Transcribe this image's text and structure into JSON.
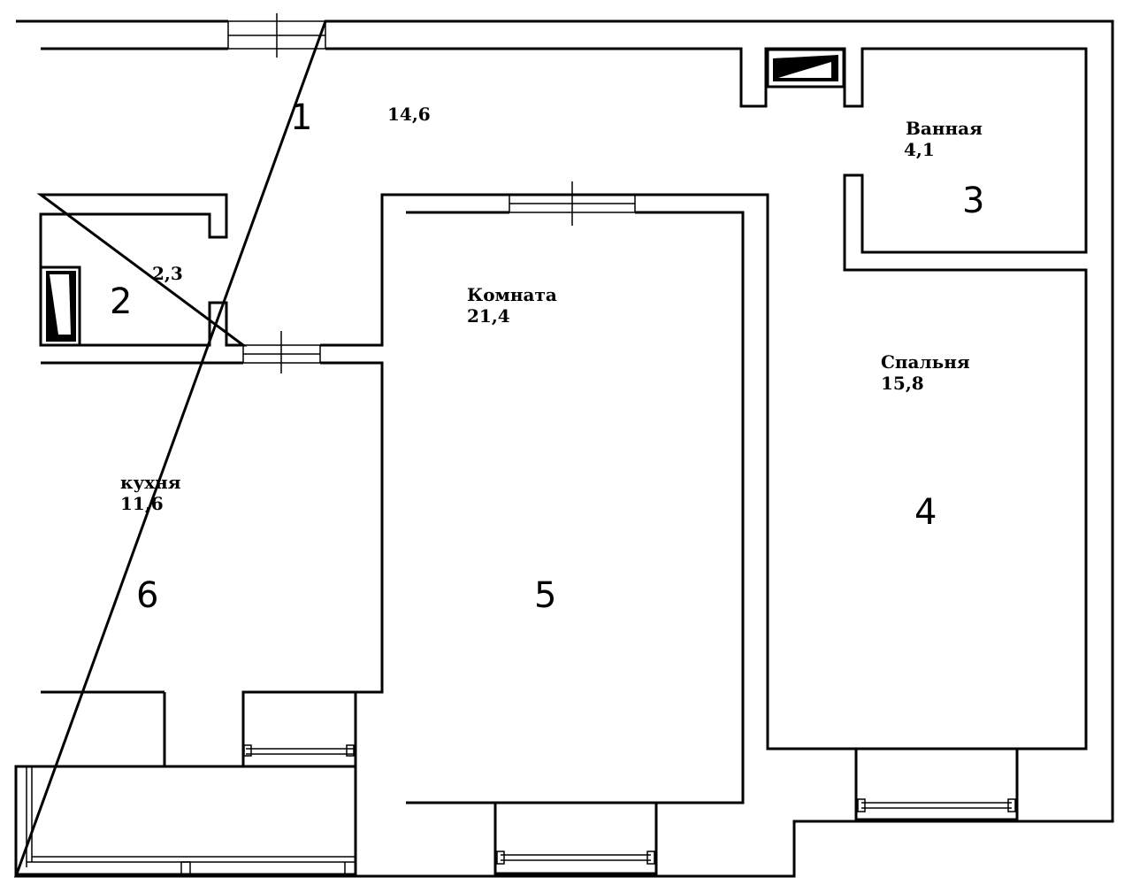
{
  "rooms": [
    {
      "number": "1",
      "label": "",
      "area": "14,6"
    },
    {
      "number": "2",
      "label": "",
      "area": "2,3"
    },
    {
      "number": "3",
      "label": "Ванная",
      "area": "4,1"
    },
    {
      "number": "4",
      "label": "Спальня",
      "area": "15,8"
    },
    {
      "number": "5",
      "label": "Комната",
      "area": "21,4"
    },
    {
      "number": "6",
      "label": "кухня",
      "area": "11,6"
    }
  ],
  "colors": {
    "line": "#000000",
    "background": "#ffffff"
  }
}
